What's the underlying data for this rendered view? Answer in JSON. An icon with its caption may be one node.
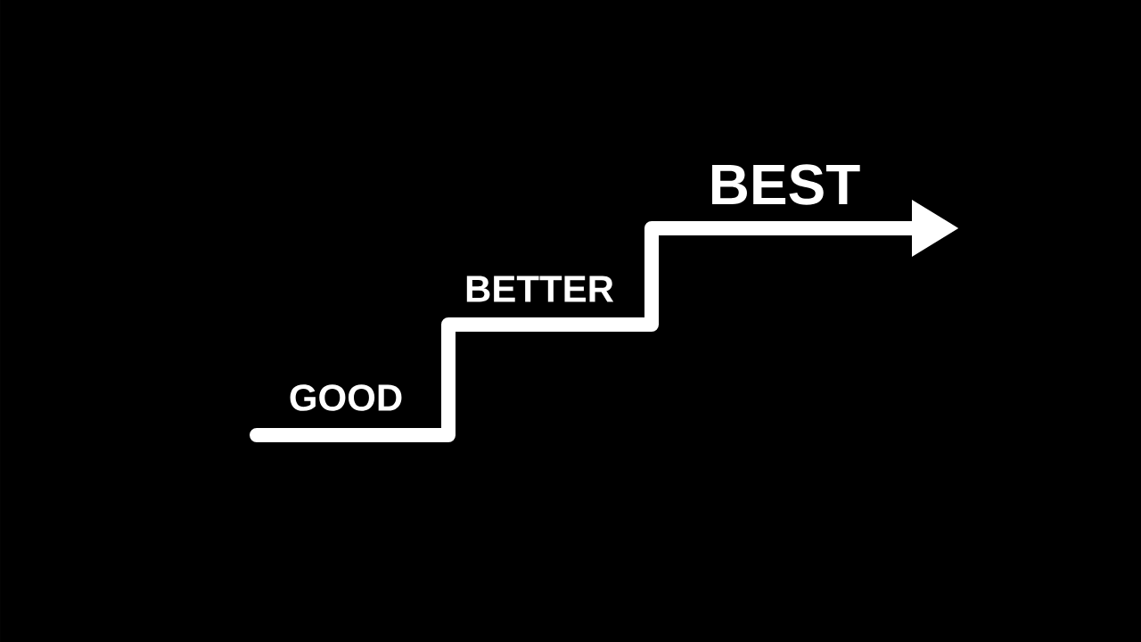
{
  "diagram": {
    "labels": [
      "GOOD",
      "BETTER",
      "BEST"
    ]
  }
}
